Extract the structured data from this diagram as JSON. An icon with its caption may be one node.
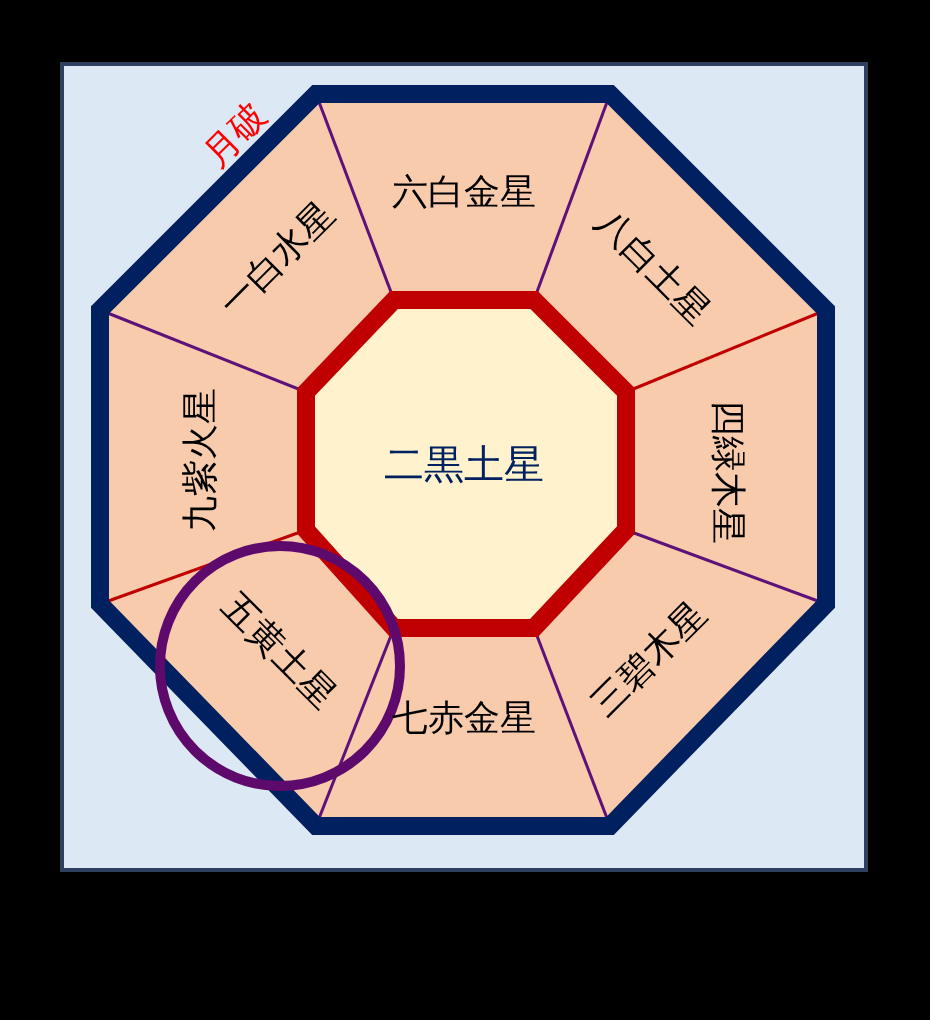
{
  "diagram": {
    "nodes": [
      {
        "text": [
          "二黒土星"
        ]
      },
      {
        "text": [
          "六白金星"
        ]
      },
      {
        "text": [
          "八白土星"
        ]
      },
      {
        "text": [
          "四緑木星"
        ]
      },
      {
        "text": [
          "三碧木星"
        ]
      },
      {
        "text": [
          "七赤金星"
        ]
      },
      {
        "text": [
          "五黄土星"
        ]
      },
      {
        "text": [
          "九紫火星"
        ]
      },
      {
        "text": [
          "一白水星"
        ]
      }
    ],
    "labels": [
      "月破"
    ]
  }
}
